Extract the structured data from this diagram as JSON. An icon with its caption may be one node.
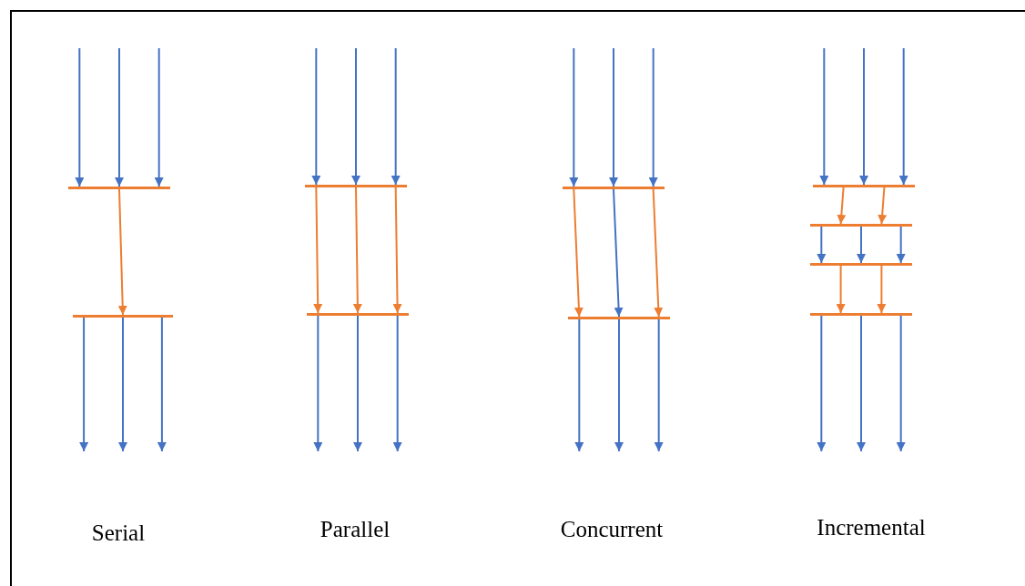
{
  "diagram": {
    "nodes": [
      {
        "text": [],
        "shape": "bar"
      },
      {
        "text": [],
        "shape": "bar"
      },
      {
        "text": [],
        "shape": "bar"
      },
      {
        "text": [],
        "shape": "bar"
      },
      {
        "text": [],
        "shape": "bar"
      },
      {
        "text": [],
        "shape": "bar"
      },
      {
        "text": [],
        "shape": "bar"
      },
      {
        "text": [],
        "shape": "bar"
      },
      {
        "text": [],
        "shape": "bar"
      },
      {
        "text": [],
        "shape": "bar"
      }
    ],
    "edges": [
      {
        "from": null,
        "to": 0,
        "arrow": "to"
      },
      {
        "from": null,
        "to": 0,
        "arrow": "to"
      },
      {
        "from": null,
        "to": 0,
        "arrow": "to"
      },
      {
        "from": 0,
        "to": 1,
        "arrow": "to",
        "color": "#ed7d31"
      },
      {
        "from": 1,
        "to": null,
        "arrow": "to"
      },
      {
        "from": 1,
        "to": null,
        "arrow": "to"
      },
      {
        "from": 1,
        "to": null,
        "arrow": "to"
      },
      {
        "from": null,
        "to": 2,
        "arrow": "to"
      },
      {
        "from": null,
        "to": 2,
        "arrow": "to"
      },
      {
        "from": null,
        "to": 2,
        "arrow": "to"
      },
      {
        "from": 2,
        "to": 3,
        "arrow": "to",
        "color": "#ed7d31"
      },
      {
        "from": 2,
        "to": 3,
        "arrow": "to",
        "color": "#ed7d31"
      },
      {
        "from": 2,
        "to": 3,
        "arrow": "to",
        "color": "#ed7d31"
      },
      {
        "from": 3,
        "to": null,
        "arrow": "to"
      },
      {
        "from": 3,
        "to": null,
        "arrow": "to"
      },
      {
        "from": 3,
        "to": null,
        "arrow": "to"
      },
      {
        "from": null,
        "to": 4,
        "arrow": "to"
      },
      {
        "from": null,
        "to": 4,
        "arrow": "to"
      },
      {
        "from": null,
        "to": 4,
        "arrow": "to"
      },
      {
        "from": 4,
        "to": 5,
        "arrow": "to",
        "color": "#ed7d31"
      },
      {
        "from": 4,
        "to": 5,
        "arrow": "to"
      },
      {
        "from": 4,
        "to": 5,
        "arrow": "to",
        "color": "#ed7d31"
      },
      {
        "from": 5,
        "to": null,
        "arrow": "to"
      },
      {
        "from": 5,
        "to": null,
        "arrow": "to"
      },
      {
        "from": 5,
        "to": null,
        "arrow": "to"
      },
      {
        "from": null,
        "to": 6,
        "arrow": "to"
      },
      {
        "from": null,
        "to": 6,
        "arrow": "to"
      },
      {
        "from": null,
        "to": 6,
        "arrow": "to"
      },
      {
        "from": 6,
        "to": 7,
        "arrow": "to",
        "color": "#ed7d31"
      },
      {
        "from": 6,
        "to": 7,
        "arrow": "to",
        "color": "#ed7d31"
      },
      {
        "from": 7,
        "to": 8,
        "arrow": "to"
      },
      {
        "from": 7,
        "to": 8,
        "arrow": "to"
      },
      {
        "from": 7,
        "to": 8,
        "arrow": "to"
      },
      {
        "from": 8,
        "to": 9,
        "arrow": "to",
        "color": "#ed7d31"
      },
      {
        "from": 8,
        "to": 9,
        "arrow": "to",
        "color": "#ed7d31"
      },
      {
        "from": 9,
        "to": null,
        "arrow": "to"
      },
      {
        "from": 9,
        "to": null,
        "arrow": "to"
      },
      {
        "from": 9,
        "to": null,
        "arrow": "to"
      }
    ],
    "labels": [
      "Serial",
      "Parallel",
      "Concurrent",
      "Incremental"
    ]
  }
}
